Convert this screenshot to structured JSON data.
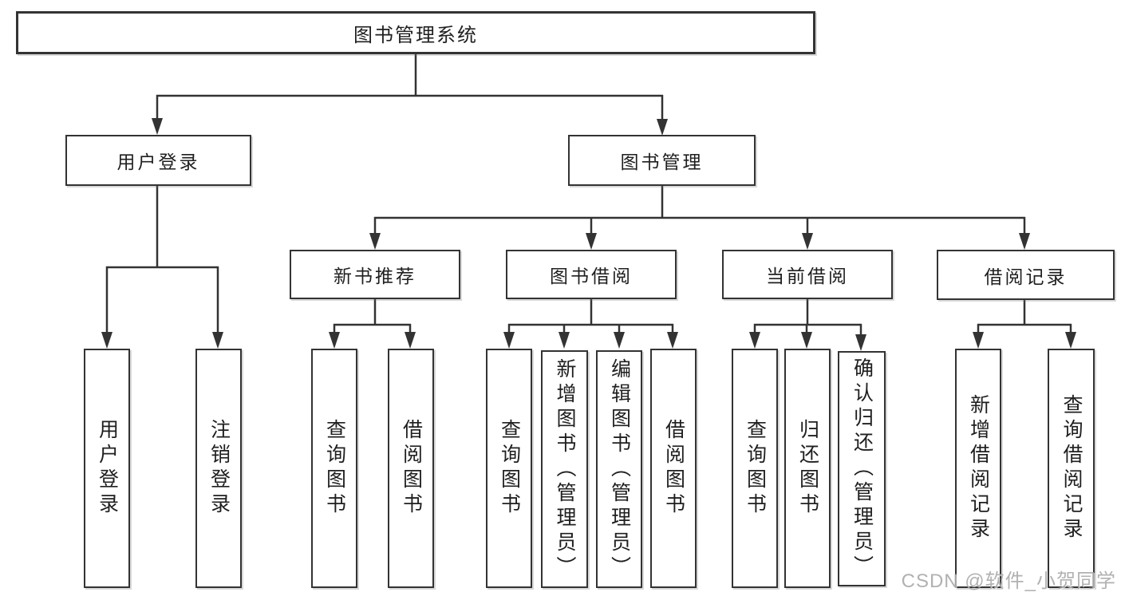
{
  "tree": {
    "root": "图书管理系统",
    "branches": [
      {
        "label": "用户登录",
        "children": [
          "用户登录",
          "注销登录"
        ]
      },
      {
        "label": "图书管理",
        "sections": [
          {
            "label": "新书推荐",
            "children": [
              "查询图书",
              "借阅图书"
            ]
          },
          {
            "label": "图书借阅",
            "children": [
              "查询图书",
              "新增图书（管理员）",
              "编辑图书（管理员）",
              "借阅图书"
            ]
          },
          {
            "label": "当前借阅",
            "children": [
              "查询图书",
              "归还图书",
              "确认归还（管理员）"
            ]
          },
          {
            "label": "借阅记录",
            "children": [
              "新增借阅记录",
              "查询借阅记录"
            ]
          }
        ]
      }
    ]
  },
  "watermark": {
    "text": "CSDN @软件_小贺同学"
  },
  "colors": {
    "line": "#333333",
    "border": "#333333",
    "text": "#1f1f1f",
    "background": "#ffffff",
    "watermark": "#a8a8a8"
  }
}
